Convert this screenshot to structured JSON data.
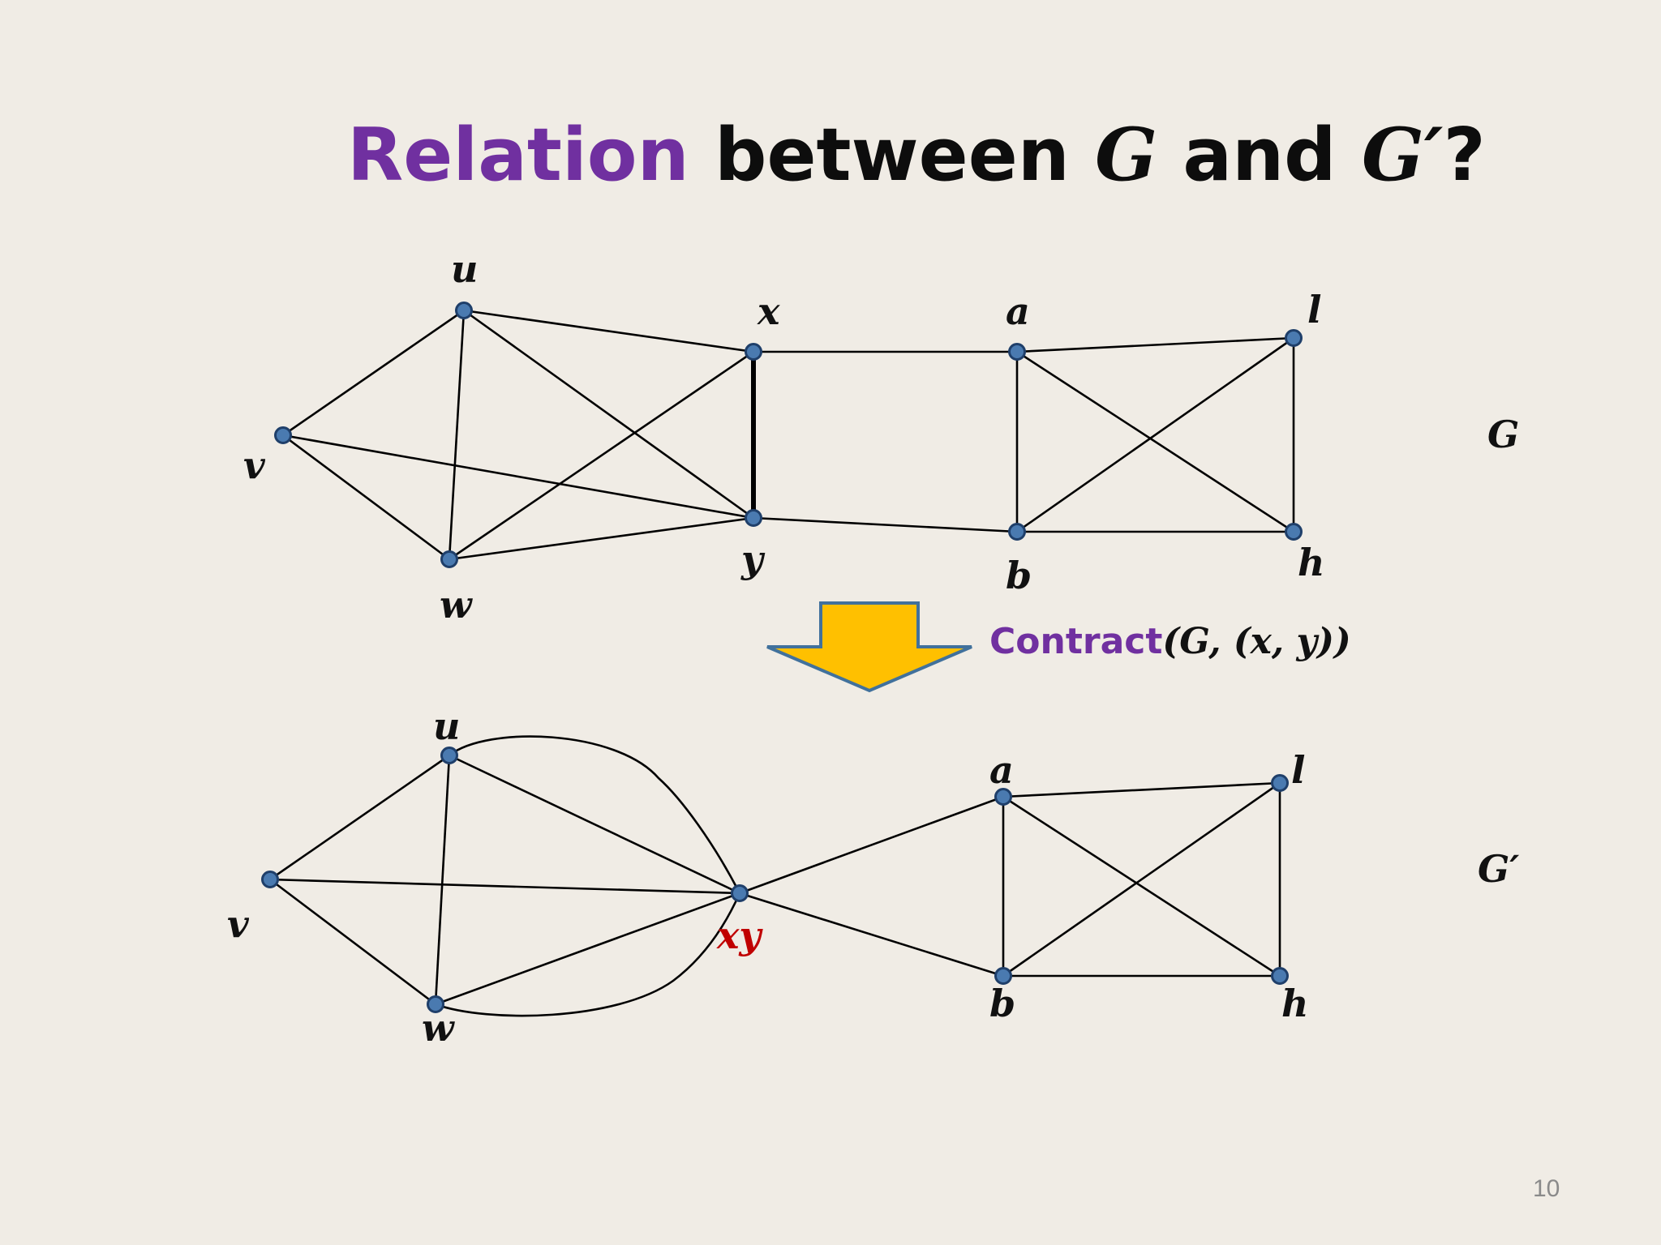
{
  "title": {
    "highlight": "Relation",
    "between": " between ",
    "g": "G",
    "and": " and ",
    "g_prime": "G′",
    "question": "?"
  },
  "operation": {
    "name": "Contract",
    "args": "(G, (x, y))"
  },
  "colors": {
    "background": "#f0ece5",
    "title_accent": "#7030a0",
    "node_fill": "#4a7ab0",
    "merged_label": "#c00000",
    "arrow_fill": "#ffc000",
    "arrow_stroke": "#41719c"
  },
  "graph_g": {
    "label": "G",
    "nodes": [
      {
        "id": "u",
        "label": "u"
      },
      {
        "id": "v",
        "label": "v"
      },
      {
        "id": "w",
        "label": "w"
      },
      {
        "id": "x",
        "label": "x"
      },
      {
        "id": "y",
        "label": "y"
      },
      {
        "id": "a",
        "label": "a"
      },
      {
        "id": "b",
        "label": "b"
      },
      {
        "id": "l",
        "label": "l"
      },
      {
        "id": "h",
        "label": "h"
      }
    ],
    "edges": [
      [
        "u",
        "v"
      ],
      [
        "u",
        "w"
      ],
      [
        "u",
        "x"
      ],
      [
        "u",
        "y"
      ],
      [
        "v",
        "w"
      ],
      [
        "v",
        "y"
      ],
      [
        "w",
        "x"
      ],
      [
        "w",
        "y"
      ],
      [
        "x",
        "y"
      ],
      [
        "x",
        "a"
      ],
      [
        "y",
        "b"
      ],
      [
        "a",
        "b"
      ],
      [
        "a",
        "l"
      ],
      [
        "a",
        "h"
      ],
      [
        "b",
        "l"
      ],
      [
        "b",
        "h"
      ],
      [
        "l",
        "h"
      ]
    ],
    "contracted_edge": [
      "x",
      "y"
    ]
  },
  "graph_g_prime": {
    "label": "G′",
    "nodes": [
      {
        "id": "u",
        "label": "u"
      },
      {
        "id": "v",
        "label": "v"
      },
      {
        "id": "w",
        "label": "w"
      },
      {
        "id": "xy",
        "label": "xy",
        "merged": true
      },
      {
        "id": "a",
        "label": "a"
      },
      {
        "id": "b",
        "label": "b"
      },
      {
        "id": "l",
        "label": "l"
      },
      {
        "id": "h",
        "label": "h"
      }
    ],
    "edges": [
      [
        "u",
        "v"
      ],
      [
        "u",
        "w"
      ],
      [
        "u",
        "xy"
      ],
      [
        "u",
        "xy"
      ],
      [
        "v",
        "w"
      ],
      [
        "v",
        "xy"
      ],
      [
        "w",
        "xy"
      ],
      [
        "w",
        "xy"
      ],
      [
        "xy",
        "a"
      ],
      [
        "xy",
        "b"
      ],
      [
        "a",
        "b"
      ],
      [
        "a",
        "l"
      ],
      [
        "a",
        "h"
      ],
      [
        "b",
        "l"
      ],
      [
        "b",
        "h"
      ],
      [
        "l",
        "h"
      ]
    ]
  },
  "page_number": "10"
}
